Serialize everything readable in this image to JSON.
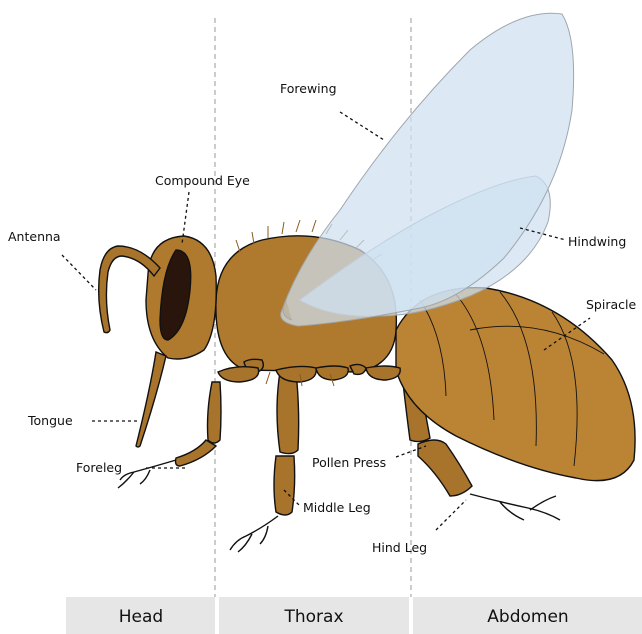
{
  "sections": [
    {
      "key": "head",
      "label": "Head"
    },
    {
      "key": "thorax",
      "label": "Thorax"
    },
    {
      "key": "abdomen",
      "label": "Abdomen"
    }
  ],
  "labels": {
    "forewing": "Forewing",
    "compound_eye": "Compound Eye",
    "antenna": "Antenna",
    "hindwing": "Hindwing",
    "spiracle": "Spiracle",
    "tongue": "Tongue",
    "foreleg": "Foreleg",
    "pollen_press": "Pollen Press",
    "middle_leg": "Middle Leg",
    "hind_leg": "Hind Leg"
  },
  "colors": {
    "body": "#b07a2e",
    "body_dark": "#8a5c1c",
    "abdomen": "#bb8334",
    "eye": "#2a150d",
    "wing": "#cfe1f1",
    "wing_stroke": "#9fa6ad",
    "bar": "#e6e6e6",
    "divider": "#9a9a9a"
  }
}
